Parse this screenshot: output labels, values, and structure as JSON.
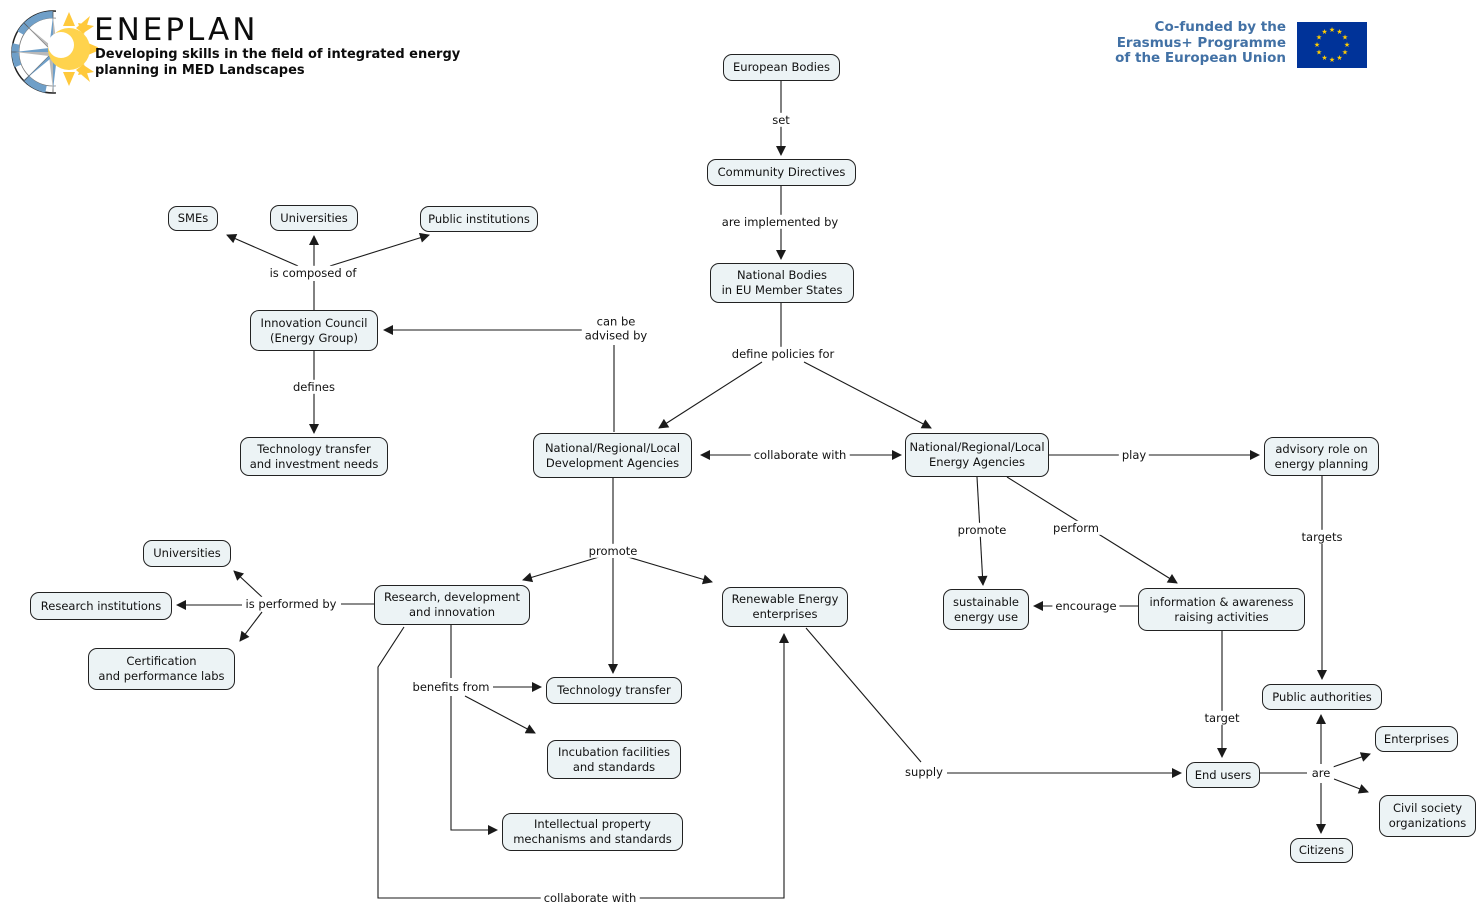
{
  "header": {
    "brand": {
      "title": "ENEPLAN",
      "tagline": "Developing skills in the field of integrated energy\nplanning in MED Landscapes"
    },
    "funding": {
      "text": "Co-funded by the\nErasmus+ Programme\nof the European Union"
    }
  },
  "colors": {
    "node-fill": "#ecf3f5",
    "node-border": "#222222",
    "edge": "#1a1a1a",
    "eu-text": "#4271a5",
    "flag-blue": "#003399",
    "flag-star": "#ffcc00",
    "sun-yellow": "#ffd34d",
    "sun-ray": "#ffc93c",
    "compass-blue": "#6f9fc8",
    "compass-gray": "#b9b9b9"
  },
  "diagram": {
    "nodes": [
      {
        "id": "european-bodies",
        "label": "European Bodies"
      },
      {
        "id": "community-directives",
        "label": "Community Directives"
      },
      {
        "id": "national-bodies",
        "label": "National Bodies\nin EU Member States"
      },
      {
        "id": "smes",
        "label": "SMEs"
      },
      {
        "id": "universities-top",
        "label": "Universities"
      },
      {
        "id": "public-institutions",
        "label": "Public institutions"
      },
      {
        "id": "innovation-council",
        "label": "Innovation Council\n(Energy Group)"
      },
      {
        "id": "technology-transfer-investment",
        "label": "Technology transfer\nand investment needs"
      },
      {
        "id": "development-agencies",
        "label": "National/Regional/Local\nDevelopment Agencies"
      },
      {
        "id": "energy-agencies",
        "label": "National/Regional/Local\nEnergy Agencies"
      },
      {
        "id": "advisory-role",
        "label": "advisory role on\nenergy planning"
      },
      {
        "id": "universities-mid",
        "label": "Universities"
      },
      {
        "id": "research-institutions",
        "label": "Research institutions"
      },
      {
        "id": "certification-labs",
        "label": "Certification\nand performance labs"
      },
      {
        "id": "research-development",
        "label": "Research, development\nand innovation"
      },
      {
        "id": "renewable-enterprises",
        "label": "Renewable Energy\nenterprises"
      },
      {
        "id": "technology-transfer",
        "label": "Technology transfer"
      },
      {
        "id": "incubation-facilities",
        "label": "Incubation facilities\nand standards"
      },
      {
        "id": "intellectual-property",
        "label": "Intellectual property\nmechanisms and standards"
      },
      {
        "id": "sustainable-energy",
        "label": "sustainable\nenergy use"
      },
      {
        "id": "information-awareness",
        "label": "information & awareness\nraising activities"
      },
      {
        "id": "public-authorities",
        "label": "Public authorities"
      },
      {
        "id": "end-users",
        "label": "End users"
      },
      {
        "id": "enterprises",
        "label": "Enterprises"
      },
      {
        "id": "civil-society",
        "label": "Civil society\norganizations"
      },
      {
        "id": "citizens",
        "label": "Citizens"
      }
    ],
    "edge_labels": [
      {
        "id": "set",
        "text": "set"
      },
      {
        "id": "are-implemented-by",
        "text": "are implemented by"
      },
      {
        "id": "define-policies-for",
        "text": "define policies for"
      },
      {
        "id": "is-composed-of",
        "text": "is composed of"
      },
      {
        "id": "can-be-advised-by",
        "text": "can be\nadvised by"
      },
      {
        "id": "defines",
        "text": "defines"
      },
      {
        "id": "collaborate-with-mid",
        "text": "collaborate with"
      },
      {
        "id": "play",
        "text": "play"
      },
      {
        "id": "promote-left",
        "text": "promote"
      },
      {
        "id": "promote-right",
        "text": "promote"
      },
      {
        "id": "perform",
        "text": "perform"
      },
      {
        "id": "targets",
        "text": "targets"
      },
      {
        "id": "is-performed-by",
        "text": "is performed by"
      },
      {
        "id": "benefits-from",
        "text": "benefits from"
      },
      {
        "id": "encourage",
        "text": "encourage"
      },
      {
        "id": "target",
        "text": "target"
      },
      {
        "id": "supply",
        "text": "supply"
      },
      {
        "id": "are",
        "text": "are"
      },
      {
        "id": "collaborate-with-bottom",
        "text": "collaborate with"
      }
    ]
  }
}
